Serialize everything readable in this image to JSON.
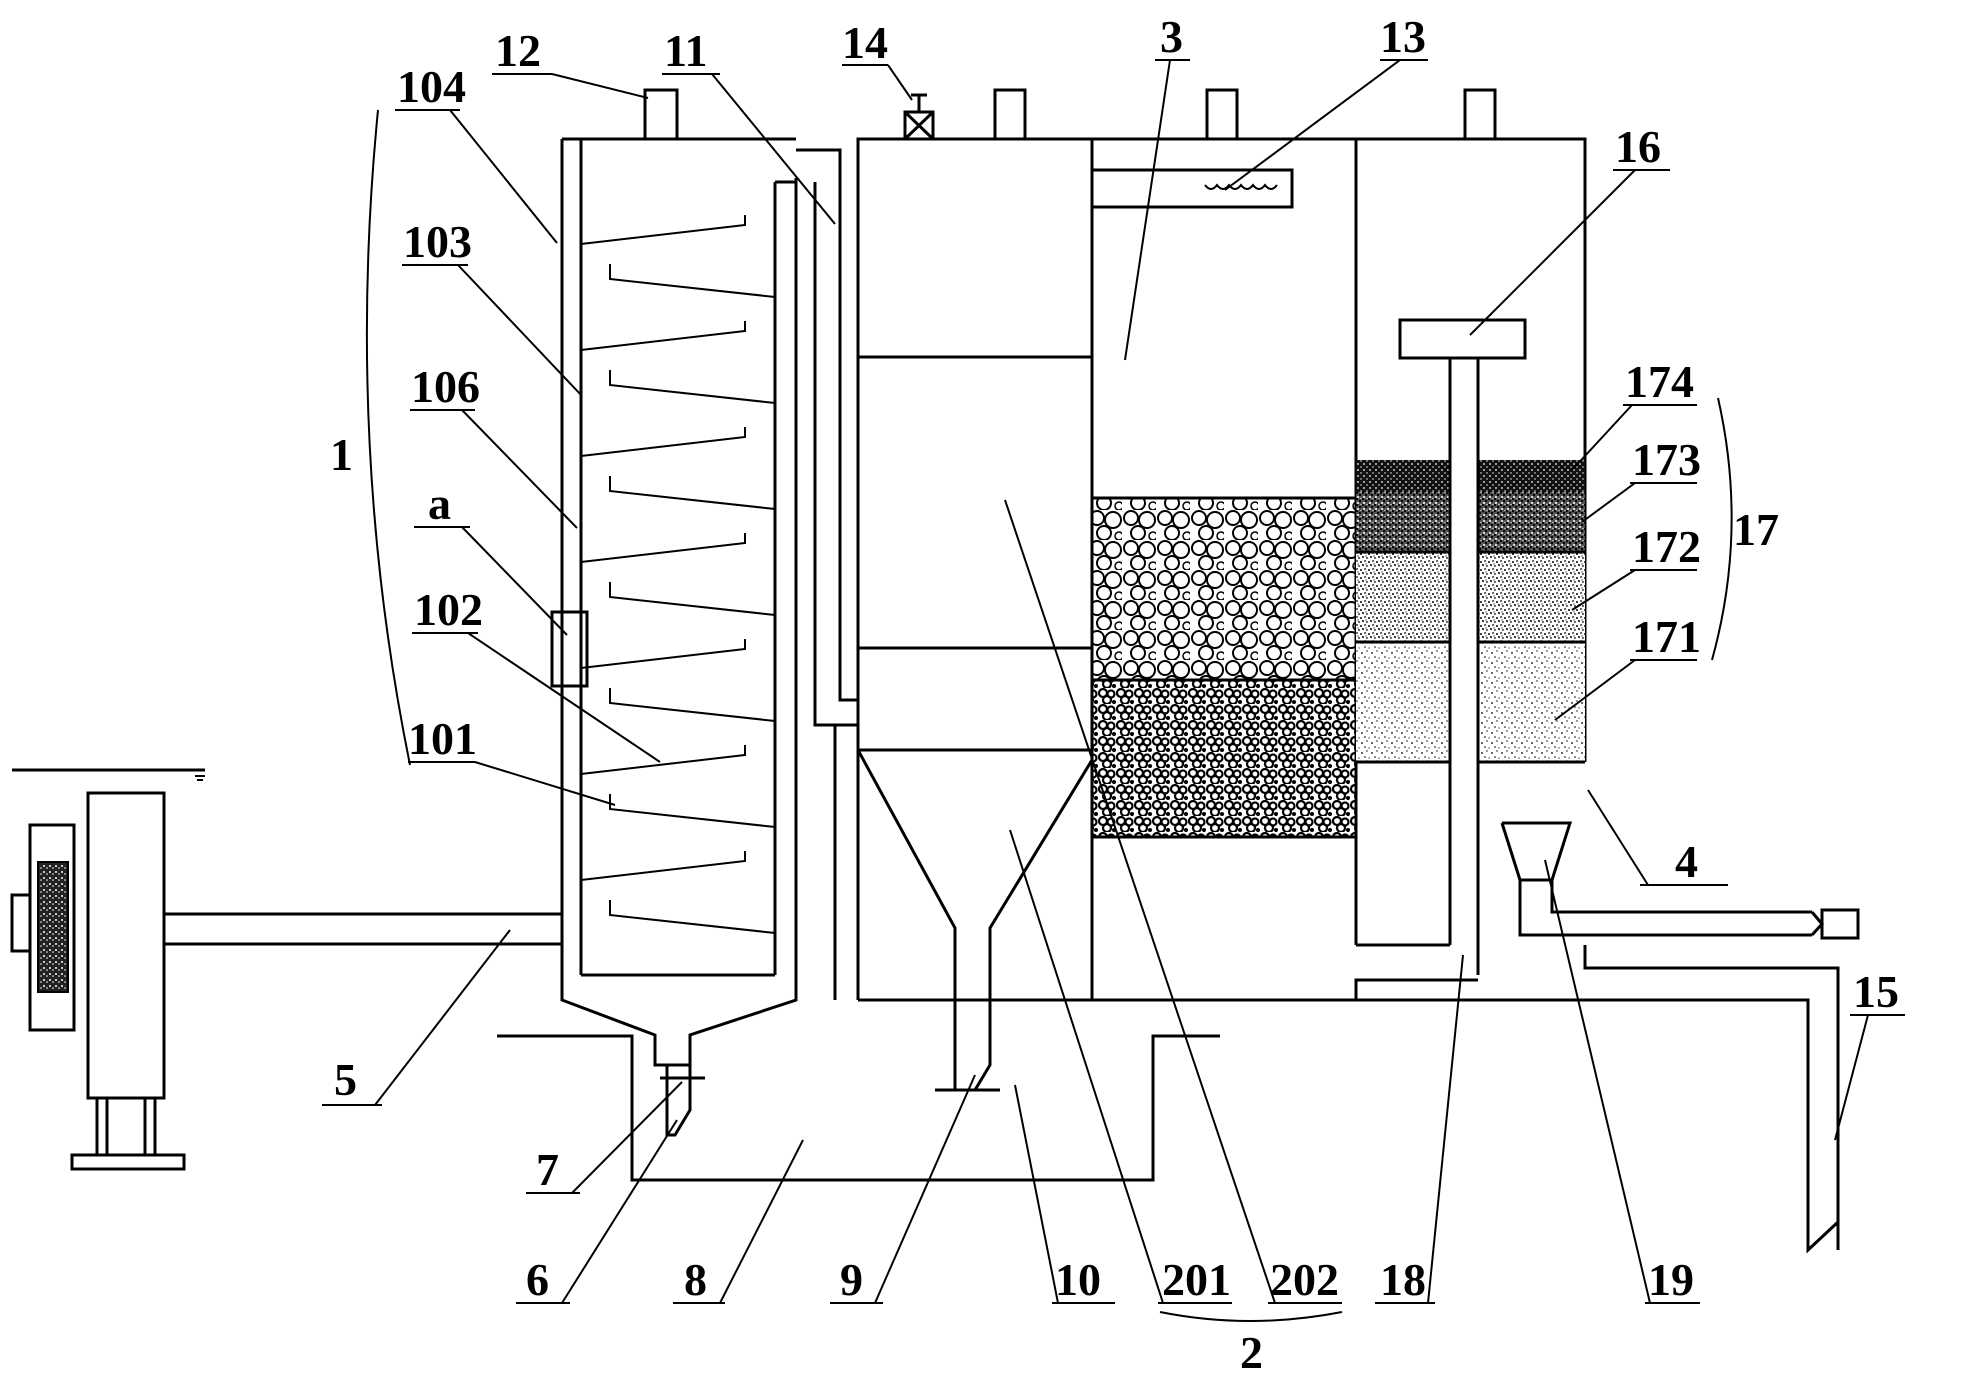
{
  "labels": {
    "l1": "1",
    "l2": "2",
    "l3": "3",
    "l4": "4",
    "l5": "5",
    "l6": "6",
    "l7": "7",
    "l8": "8",
    "l9": "9",
    "l10": "10",
    "l11": "11",
    "l12": "12",
    "l13": "13",
    "l14": "14",
    "l15": "15",
    "l16": "16",
    "l17": "17",
    "l18": "18",
    "l19": "19",
    "l101": "101",
    "l102": "102",
    "l103": "103",
    "l104": "104",
    "l106": "106",
    "la": "a",
    "l171": "171",
    "l172": "172",
    "l173": "173",
    "l174": "174",
    "l201": "201",
    "l202": "202"
  }
}
